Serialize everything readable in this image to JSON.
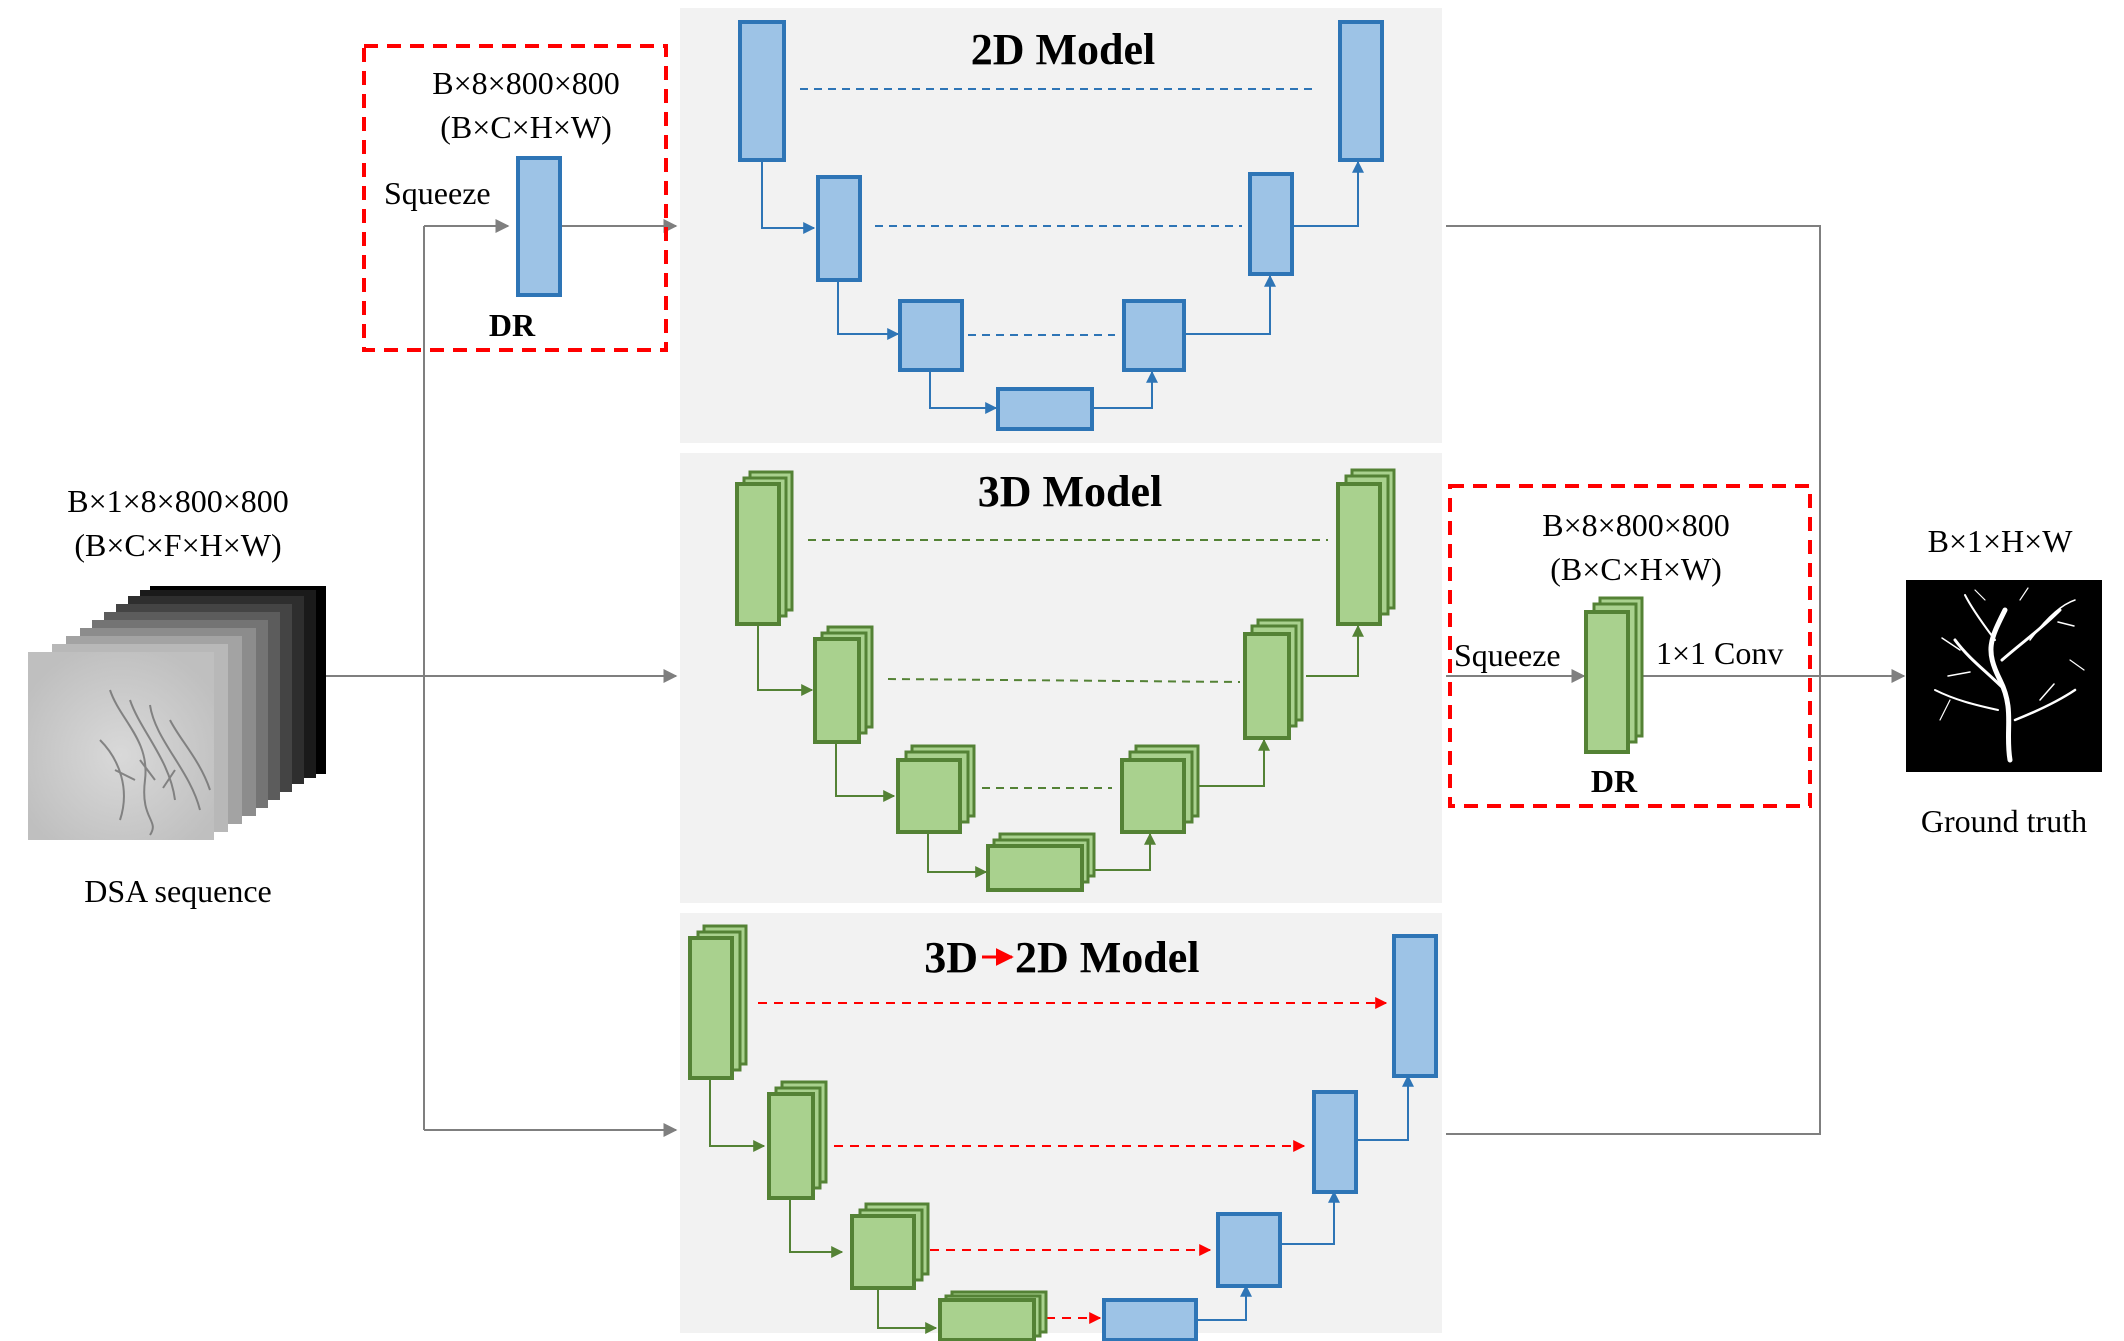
{
  "panels": {
    "model_2d": {
      "title": "2D Model"
    },
    "model_3d": {
      "title": "3D Model"
    },
    "model_3d_to_2d": {
      "title_left": "3D",
      "title_right": "2D Model"
    }
  },
  "input": {
    "shape": "B×1×8×800×800",
    "layout": "(B×C×F×H×W)",
    "caption": "DSA sequence"
  },
  "dr_left": {
    "shape": "B×8×800×800",
    "layout": "(B×C×H×W)",
    "squeeze": "Squeeze",
    "label": "DR"
  },
  "dr_right": {
    "shape": "B×8×800×800",
    "layout": "(B×C×H×W)",
    "squeeze": "Squeeze",
    "conv": "1×1 Conv",
    "label": "DR"
  },
  "output": {
    "shape": "B×1×H×W",
    "caption": "Ground truth"
  },
  "colors": {
    "panel_bg": "#f2f2f2",
    "blue_fill": "#9dc3e6",
    "blue_stroke": "#2e75b6",
    "green_fill": "#a9d18e",
    "green_stroke": "#548235",
    "red_dash": "#ff0000",
    "gray_arrow": "#7f7f7f"
  }
}
